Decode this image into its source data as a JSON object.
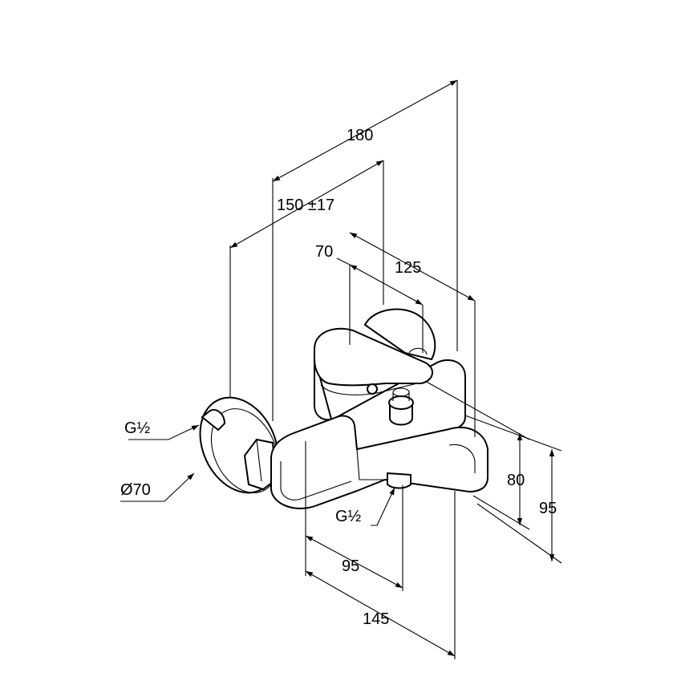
{
  "drawing": {
    "colors": {
      "line": "#000000",
      "background": "#ffffff"
    },
    "dimensions": {
      "overall_width": "180",
      "connection_spacing": "150 ±17",
      "lever_offset": "70",
      "body_depth": "125",
      "height_80": "80",
      "height_95": "95",
      "spout_95": "95",
      "spout_145": "145"
    },
    "callouts": {
      "inlet_thread": "G½",
      "escutcheon_diameter": "Ø70",
      "outlet_thread": "G½"
    }
  }
}
